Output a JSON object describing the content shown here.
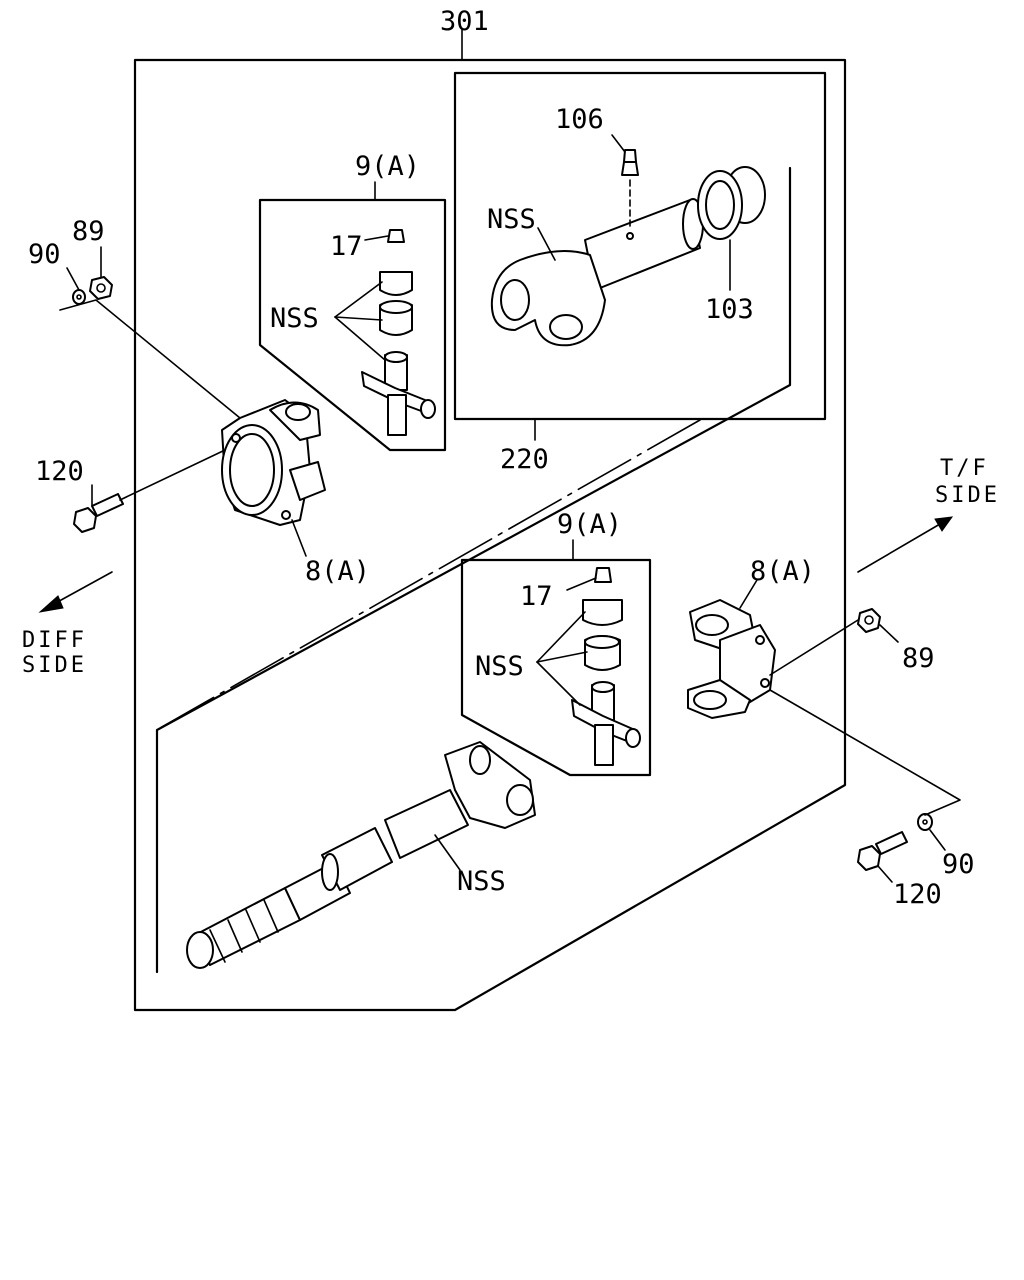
{
  "labels": {
    "assembly": "301",
    "shaft_assy": "220",
    "grease_fitting_top": "106",
    "seal": "103",
    "nss": "NSS",
    "joint_kit": "9(A)",
    "grease_fitting": "17",
    "yoke": "8(A)",
    "nut": "89",
    "washer": "90",
    "bolt": "120"
  },
  "sides": {
    "diff_line1": "DIFF",
    "diff_line2": "SIDE",
    "tf_line1": "T/F",
    "tf_line2": "SIDE"
  }
}
